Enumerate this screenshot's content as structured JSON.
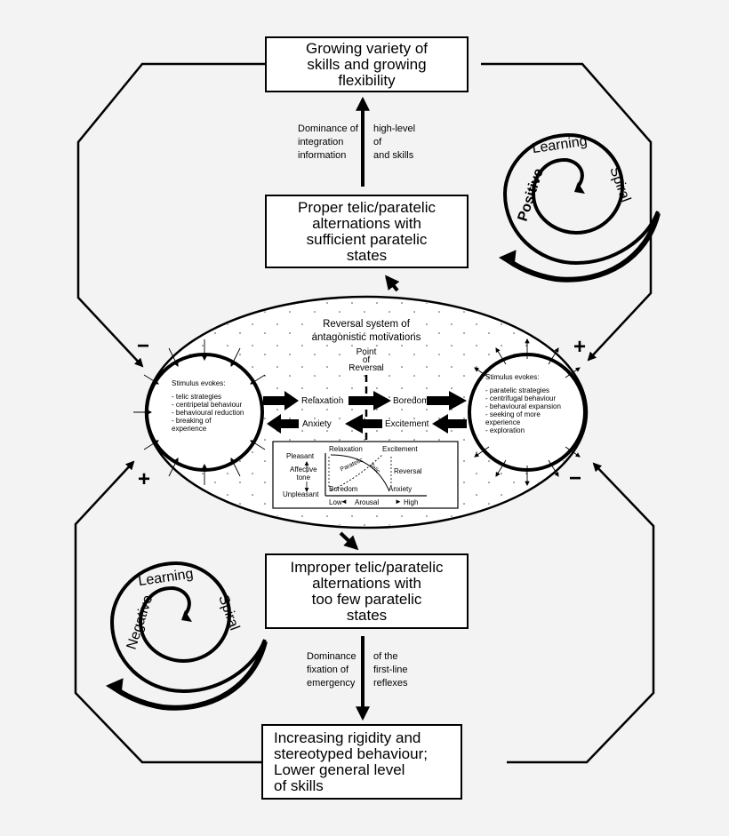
{
  "boxes": {
    "top": [
      "Growing variety of",
      "skills and growing",
      "flexibility"
    ],
    "proper": [
      "Proper telic/paratelic",
      "alternations with",
      "sufficient paratelic",
      "states"
    ],
    "improper": [
      "Improper telic/paratelic",
      "alternations with",
      "too few paratelic",
      "states"
    ],
    "bottom": [
      "Increasing rigidity and",
      "stereotyped behaviour;",
      "Lower general level",
      "of skills"
    ]
  },
  "arrow_labels": {
    "upper_left": [
      "Dominance of",
      "integration",
      "information"
    ],
    "upper_right": [
      "high-level",
      "of",
      "and skills"
    ],
    "lower_left": [
      "Dominance",
      "fixation of",
      "emergency"
    ],
    "lower_right": [
      "of the",
      "first-line",
      "reflexes"
    ]
  },
  "ellipse": {
    "title": [
      "Reversal system of",
      "antagonistic motivations"
    ],
    "point_of_reversal": [
      "Point",
      "of",
      "Reversal"
    ],
    "relaxation": "Relaxation",
    "boredom": "Boredom",
    "anxiety": "Anxiety",
    "excitement": "Excitement"
  },
  "left_circle": {
    "heading": "Stimulus evokes:",
    "items": [
      "- telic strategies",
      "- centripetal behaviour",
      "- behavioural reduction",
      "- breaking of",
      "experience"
    ]
  },
  "right_circle": {
    "heading": "Stimulus evokes:",
    "items": [
      "- paratelic strategies",
      "- centrifugal behaviour",
      "- behavioural expansion",
      "- seeking of more",
      "experience",
      "- exploration"
    ]
  },
  "inset": {
    "pleasant": "Pleasant",
    "affective_tone": [
      "Affective",
      "tone"
    ],
    "unpleasant": "Unpleasant",
    "relaxation": "Relaxation",
    "excitement": "Excitement",
    "boredom": "Boredom",
    "anxiety": "Anxiety",
    "reversal": "Reversal",
    "paratelic": "Paratelic",
    "telic": "Telic",
    "low": "Low",
    "arousal": "Arousal",
    "high": "High"
  },
  "spirals": {
    "positive": [
      "Positive",
      "Learning",
      "Spiral"
    ],
    "negative": [
      "Negative",
      "Learning",
      "Spiral"
    ]
  },
  "signs": {
    "minus": "−",
    "plus": "+"
  }
}
